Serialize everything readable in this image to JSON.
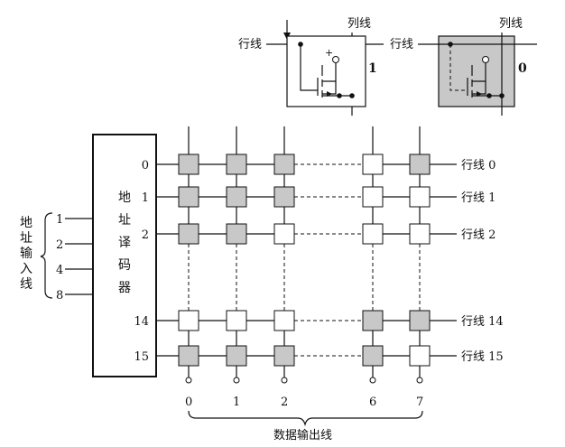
{
  "legend": {
    "left": {
      "row_label": "行线",
      "col_label": "列线",
      "bit": "1",
      "plus": "+"
    },
    "right": {
      "row_label": "行线",
      "col_label": "列线",
      "bit": "0"
    }
  },
  "decoder": {
    "chars": [
      "地",
      "址",
      "译",
      "码",
      "器"
    ]
  },
  "address_inputs": {
    "title_chars": [
      "地",
      "址",
      "输",
      "入",
      "线"
    ],
    "labels": [
      "1",
      "2",
      "4",
      "8"
    ]
  },
  "rows": [
    {
      "index": "0",
      "label": "行线 0",
      "cells": [
        1,
        1,
        1,
        0,
        1
      ]
    },
    {
      "index": "1",
      "label": "行线 1",
      "cells": [
        1,
        1,
        1,
        0,
        0
      ]
    },
    {
      "index": "2",
      "label": "行线 2",
      "cells": [
        1,
        1,
        0,
        0,
        0
      ]
    },
    {
      "index": "14",
      "label": "行线 14",
      "cells": [
        0,
        0,
        0,
        1,
        1
      ]
    },
    {
      "index": "15",
      "label": "行线 15",
      "cells": [
        1,
        1,
        1,
        1,
        0
      ]
    }
  ],
  "columns": [
    "0",
    "1",
    "2",
    "6",
    "7"
  ],
  "output_label": "数据输出线",
  "colors": {
    "filled": "#c8c8c8",
    "empty": "#ffffff",
    "line": "#111111"
  }
}
